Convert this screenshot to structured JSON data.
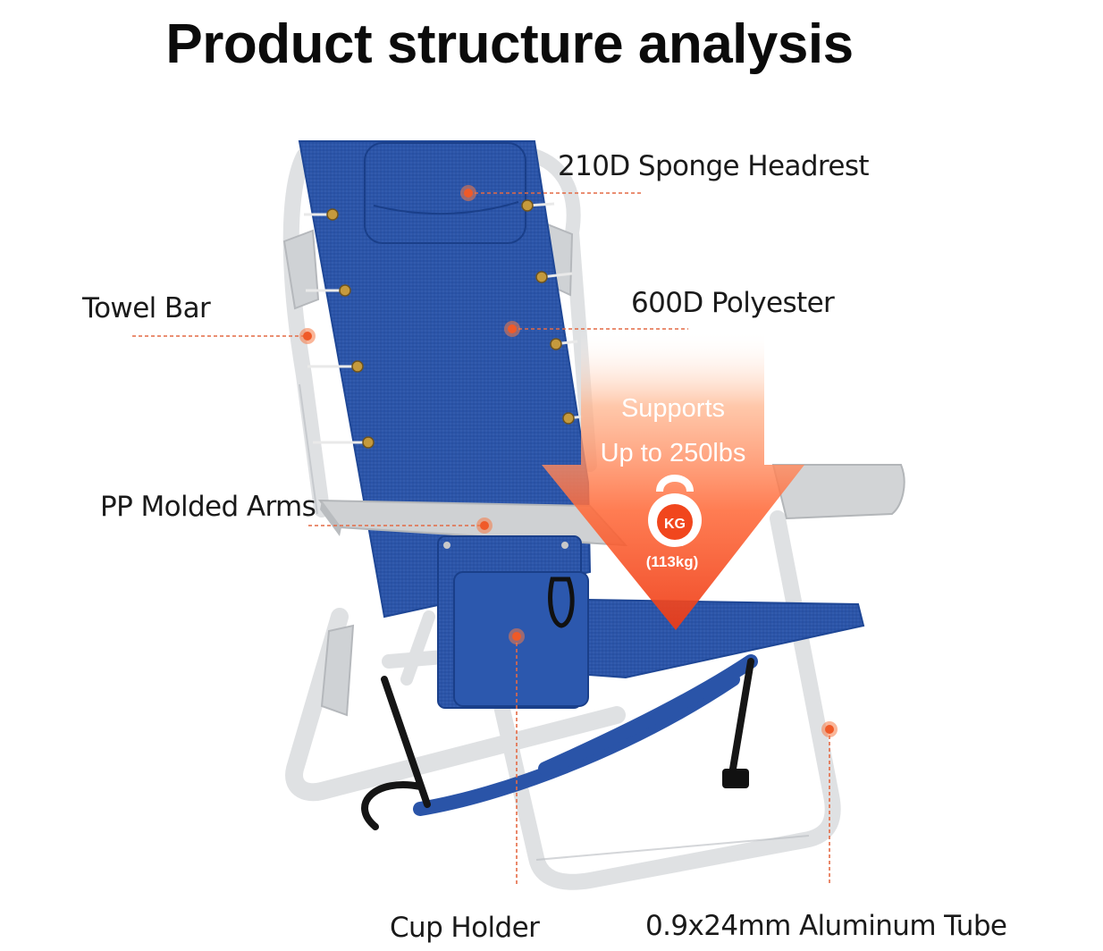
{
  "title": "Product structure analysis",
  "callouts": {
    "headrest": "210D Sponge Headrest",
    "towel_bar": "Towel Bar",
    "polyester": "600D Polyester",
    "arms": "PP Molded Arms",
    "cup_holder": "Cup Holder",
    "tube": "0.9x24mm Aluminum Tube"
  },
  "load_badge": {
    "line1": "Supports",
    "line2": "Up to 250lbs",
    "weight_label": "KG",
    "metric": "(113kg)"
  },
  "icons": {
    "kettlebell": "kettlebell-icon"
  },
  "colors": {
    "fabric": "#2a54a8",
    "frame": "#e2e4e6",
    "arrow_top": "#ff9a6a",
    "arrow_bottom": "#f0401c",
    "leader": "#e46a45"
  }
}
